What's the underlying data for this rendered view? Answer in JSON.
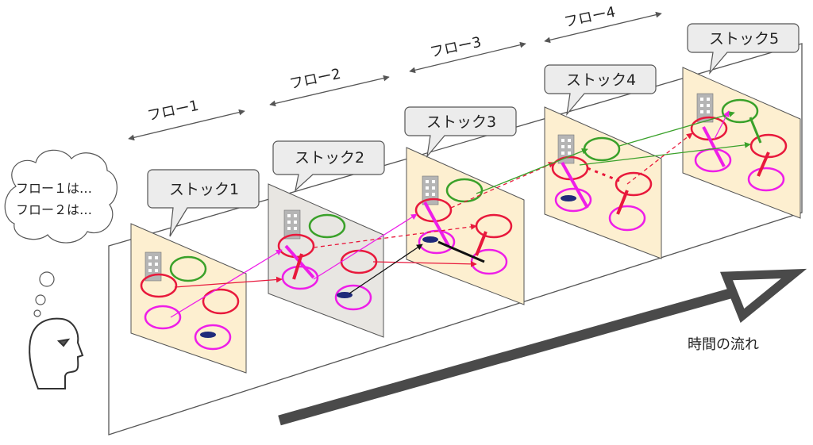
{
  "flows": [
    "フロー1",
    "フロー2",
    "フロー3",
    "フロー4"
  ],
  "stocks": [
    "ストック1",
    "ストック2",
    "ストック3",
    "ストック4",
    "ストック5"
  ],
  "thought": {
    "line1": "フロー１は…",
    "line2": "フロー２は…"
  },
  "time_label": "時間の流れ",
  "colors": {
    "panel": "#fdefd0",
    "panel_dark": "#e8e6e2",
    "building_node": "#e8193c",
    "vehicle_node": "#ee1ee8",
    "green_node": "#3aa12a",
    "black_arrow": "#111111",
    "time_arrow": "#4a4a4a",
    "callout_fill": "#ececec"
  }
}
